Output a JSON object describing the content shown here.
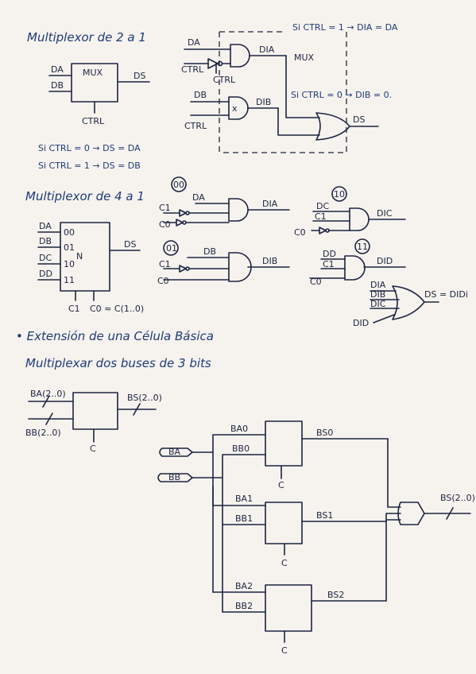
{
  "mux2": {
    "title": "Multiplexor de 2 a 1",
    "block_label": "MUX",
    "in_a": "DA",
    "in_b": "DB",
    "out": "DS",
    "ctrl": "CTRL",
    "rule1": "Si CTRL = 0 → DS = DA",
    "rule2": "Si CTRL = 1 → DS = DB"
  },
  "mux2_impl": {
    "note_top": "Si CTRL = 1 → DIA = DA",
    "mux_label": "MUX",
    "note_mid": "Si CTRL = 0 → DIB = 0.",
    "in_a": "DA",
    "ctrl_a": "CTRL",
    "ctrl_a_neg": "CTRL",
    "out_a": "DIA",
    "in_b": "DB",
    "ctrl_b": "CTRL",
    "out_b": "DIB",
    "out": "DS"
  },
  "mux4": {
    "title": "Multiplexor de 4 a 1",
    "inputs": [
      "DA",
      "DB",
      "DC",
      "DD"
    ],
    "sel_codes": [
      "00",
      "01",
      "10",
      "11"
    ],
    "center": "N",
    "out": "DS",
    "c1": "C1",
    "c0_eq": "C0 ≈ C(1..0)"
  },
  "mux4_impl": {
    "g00": {
      "code": "00",
      "data": "DA",
      "c1": "C1",
      "c0": "C0",
      "out": "DIA"
    },
    "g01": {
      "code": "01",
      "data": "DB",
      "c1": "C1",
      "c0": "C0",
      "out": "DIB"
    },
    "g10": {
      "code": "10",
      "data": "DC",
      "c1": "C1",
      "c0": "C0",
      "out": "DIC"
    },
    "g11": {
      "code": "11",
      "data": "DD",
      "c1": "C1",
      "c0": "C0",
      "out": "DID"
    },
    "or_inputs": [
      "DIA",
      "DIB",
      "DIC",
      "DID"
    ],
    "or_out": "DS = DIDi"
  },
  "section": {
    "bullet": "• Extensión de una Célula Básica",
    "subtitle": "Multiplexar dos buses de 3 bits"
  },
  "bus_mux": {
    "ba": "BA(2..0)",
    "bb": "BB(2..0)",
    "bs": "BS(2..0)",
    "c": "C"
  },
  "bus_impl": {
    "ba_conn": "BA",
    "bb_conn": "BB",
    "out": "BS(2..0)",
    "cells": [
      {
        "a": "BA0",
        "b": "BB0",
        "s": "BS0",
        "c": "C"
      },
      {
        "a": "BA1",
        "b": "BB1",
        "s": "BS1",
        "c": "C"
      },
      {
        "a": "BA2",
        "b": "BB2",
        "s": "BS2",
        "c": "C"
      }
    ]
  }
}
